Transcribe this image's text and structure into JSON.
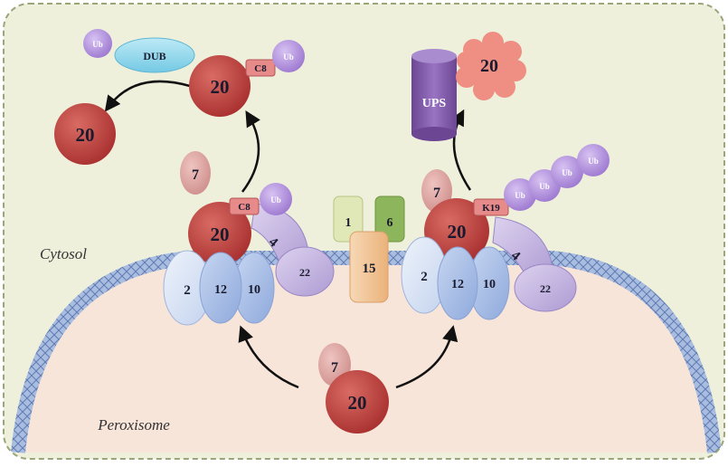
{
  "compartments": {
    "cytosol": "Cytosol",
    "peroxisome": "Peroxisome"
  },
  "proteins": {
    "pex20": "20",
    "pex7": "7",
    "pex2": "2",
    "pex12": "12",
    "pex10": "10",
    "pex4": "4",
    "pex22": "22",
    "pex15": "15",
    "pex1": "1",
    "pex6": "6"
  },
  "modifications": {
    "ub": "Ub",
    "c8": "C8",
    "k19": "K19"
  },
  "complexes": {
    "dub": "DUB",
    "ups": "UPS"
  },
  "colors": {
    "cytosol_bg": "#eef0dc",
    "peroxisome_bg": "#f8e5da",
    "border_dash": "#9aa57a",
    "membrane": "#7e97c4",
    "pex20": "#b73b3b",
    "pex7": "#dba3a0",
    "pex2": "#d8e4f4",
    "pex12": "#a8bee5",
    "pex10": "#b6c9e9",
    "pex4": "#b9aed6",
    "pex22": "#c9b9e0",
    "pex15": "#f3c89a",
    "pex1": "#dfe8b6",
    "pex6": "#8db55c",
    "ub": "#b28ddd",
    "dub": "#8ed7ec",
    "ups": "#7f57a3",
    "degraded": "#ef8e82",
    "tag": "#e68a8a"
  }
}
